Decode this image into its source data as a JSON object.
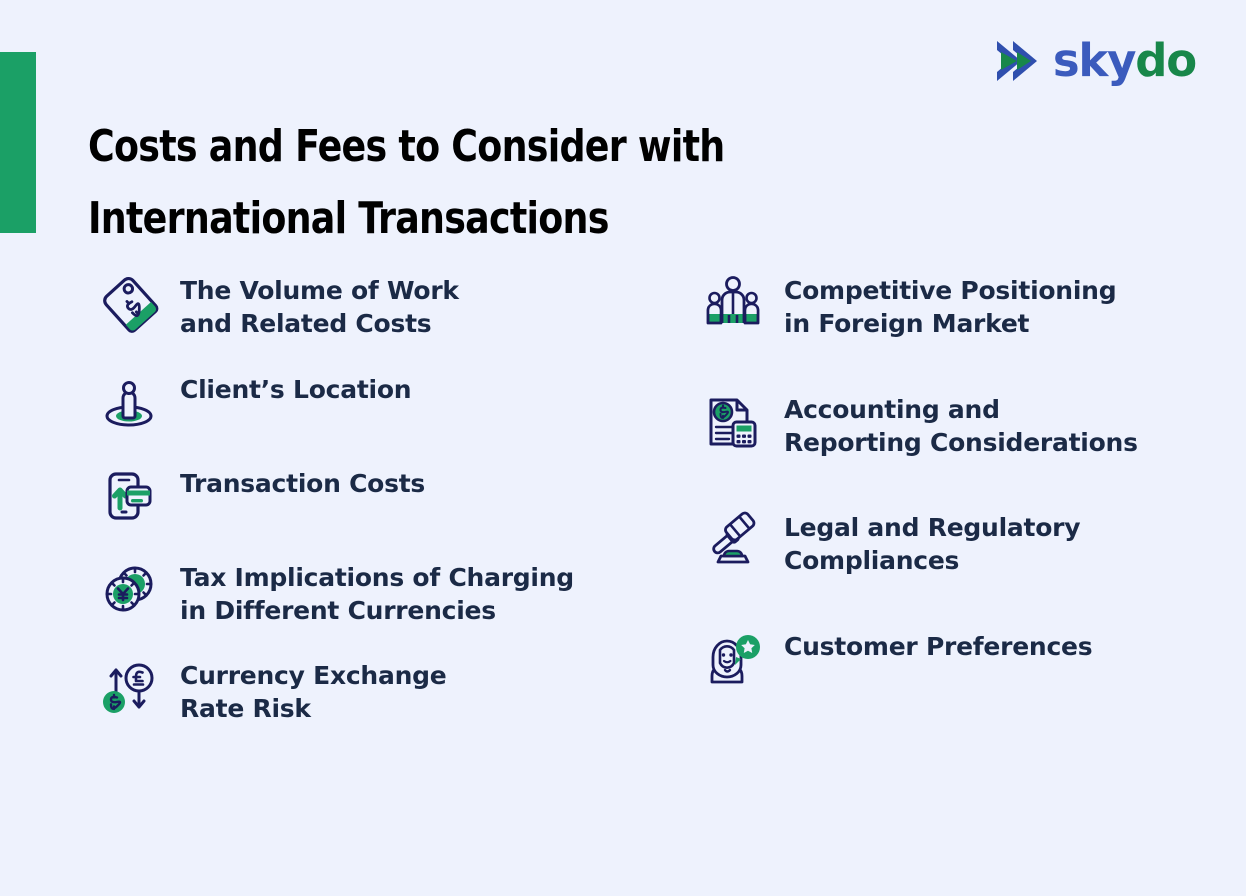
{
  "page": {
    "background_color": "#eef2fd",
    "accent_bar_color": "#1ba066"
  },
  "logo": {
    "mark_name": "skydo-chevron-mark",
    "word_part1": "sky",
    "word_part2": "do",
    "color_blue": "#3b5bbd",
    "color_green": "#18874a"
  },
  "title": {
    "line1": "Costs and Fees to Consider with",
    "line2": "International Transactions",
    "color": "#000000"
  },
  "colors": {
    "navy": "#1b2a46",
    "icon_navy": "#1b1c5e",
    "green": "#1ba066",
    "text_navy": "#1b2a46"
  },
  "left_column": [
    {
      "icon": "price-tag-icon",
      "label_line1": "The Volume of Work",
      "label_line2": "and Related Costs"
    },
    {
      "icon": "location-person-icon",
      "label_line1": "Client’s Location",
      "label_line2": ""
    },
    {
      "icon": "mobile-payment-card-icon",
      "label_line1": "Transaction Costs",
      "label_line2": ""
    },
    {
      "icon": "coins-yen-icon",
      "label_line1": "Tax Implications of Charging",
      "label_line2": "in Different Currencies"
    },
    {
      "icon": "currency-exchange-arrows-icon",
      "label_line1": "Currency Exchange",
      "label_line2": "Rate Risk"
    }
  ],
  "right_column": [
    {
      "icon": "three-people-icon",
      "label_line1": "Competitive Positioning",
      "label_line2": "in Foreign Market"
    },
    {
      "icon": "invoice-calculator-icon",
      "label_line1": "Accounting and",
      "label_line2": "Reporting Considerations"
    },
    {
      "icon": "gavel-icon",
      "label_line1": "Legal and Regulatory",
      "label_line2": "Compliances"
    },
    {
      "icon": "customer-feedback-icon",
      "label_line1": "Customer Preferences",
      "label_line2": ""
    }
  ]
}
